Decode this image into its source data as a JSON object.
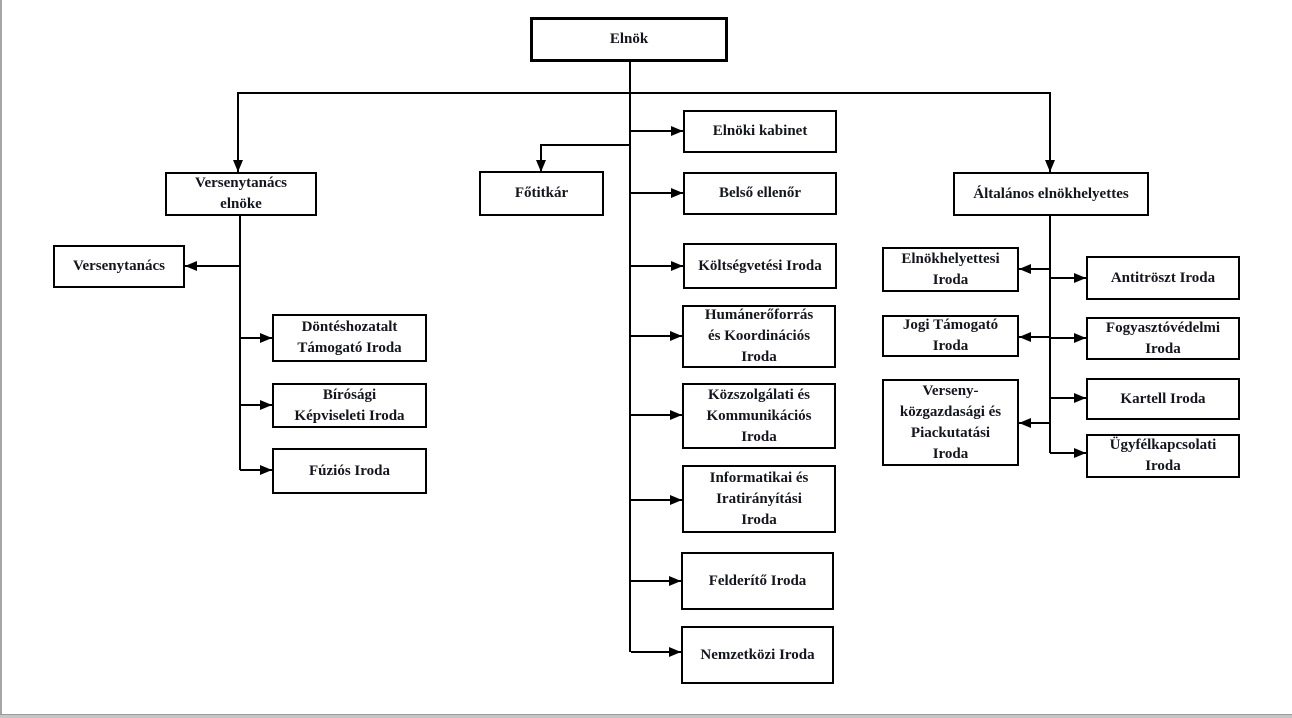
{
  "page": {
    "background_color": "#ffffff",
    "line_color": "#000000",
    "text_color": "#15151f",
    "edge_color": "#a6a6a6"
  },
  "org_chart": {
    "type": "organizational-chart",
    "language": "hu",
    "nodes": {
      "elnok": {
        "lines": [
          "Elnök"
        ]
      },
      "versenytanacs_elnoke": {
        "lines": [
          "Versenytanács",
          "elnöke"
        ]
      },
      "versenytanacs": {
        "lines": [
          "Versenytanács"
        ]
      },
      "donteshozatalt": {
        "lines": [
          "Döntéshozatalt",
          "Támogató Iroda"
        ]
      },
      "birosagi": {
        "lines": [
          "Bírósági",
          "Képviseleti Iroda"
        ]
      },
      "fuzios": {
        "lines": [
          "Fúziós Iroda"
        ]
      },
      "fotitkar": {
        "lines": [
          "Főtitkár"
        ]
      },
      "elnoki_kabinet": {
        "lines": [
          "Elnöki kabinet"
        ]
      },
      "belso_ellenor": {
        "lines": [
          "Belső ellenőr"
        ]
      },
      "koltsegvetesi": {
        "lines": [
          "Költségvetési Iroda"
        ]
      },
      "humaneroforras": {
        "lines": [
          "Humánerőforrás",
          "és Koordinációs",
          "Iroda"
        ]
      },
      "kozszolgalati": {
        "lines": [
          "Közszolgálati és",
          "Kommunikációs",
          "Iroda"
        ]
      },
      "informatikai": {
        "lines": [
          "Informatikai és",
          "Iratirányítási",
          "Iroda"
        ]
      },
      "felderito": {
        "lines": [
          "Felderítő Iroda"
        ]
      },
      "nemzetkozi": {
        "lines": [
          "Nemzetközi Iroda"
        ]
      },
      "altalanos": {
        "lines": [
          "Általános elnökhelyettes"
        ]
      },
      "elnokhelyettesi": {
        "lines": [
          "Elnökhelyettesi",
          "Iroda"
        ]
      },
      "jogi": {
        "lines": [
          "Jogi Támogató",
          "Iroda"
        ]
      },
      "verseny_kozgazdasagi": {
        "lines": [
          "Verseny-",
          "közgazdasági és",
          "Piackutatási",
          "Iroda"
        ]
      },
      "antitroszt": {
        "lines": [
          "Antitröszt Iroda"
        ]
      },
      "fogyasztovedelmi": {
        "lines": [
          "Fogyasztóvédelmi",
          "Iroda"
        ]
      },
      "kartell": {
        "lines": [
          "Kartell Iroda"
        ]
      },
      "ugyfelkapcsolati": {
        "lines": [
          "Ügyfélkapcsolati",
          "Iroda"
        ]
      }
    },
    "edges": [
      "elnok -> versenytanacs_elnoke",
      "elnok -> fotitkar",
      "elnok -> altalanos",
      "elnok -> elnoki_kabinet",
      "elnok -> belso_ellenor",
      "elnok -> koltsegvetesi",
      "elnok -> humaneroforras",
      "elnok -> kozszolgalati",
      "elnok -> informatikai",
      "elnok -> felderito",
      "elnok -> nemzetkozi",
      "versenytanacs_elnoke -> versenytanacs",
      "versenytanacs_elnoke -> donteshozatalt",
      "versenytanacs_elnoke -> birosagi",
      "versenytanacs_elnoke -> fuzios",
      "altalanos -> elnokhelyettesi",
      "altalanos -> jogi",
      "altalanos -> verseny_kozgazdasagi",
      "altalanos -> antitroszt",
      "altalanos -> fogyasztovedelmi",
      "altalanos -> kartell",
      "altalanos -> ugyfelkapcsolati"
    ]
  }
}
